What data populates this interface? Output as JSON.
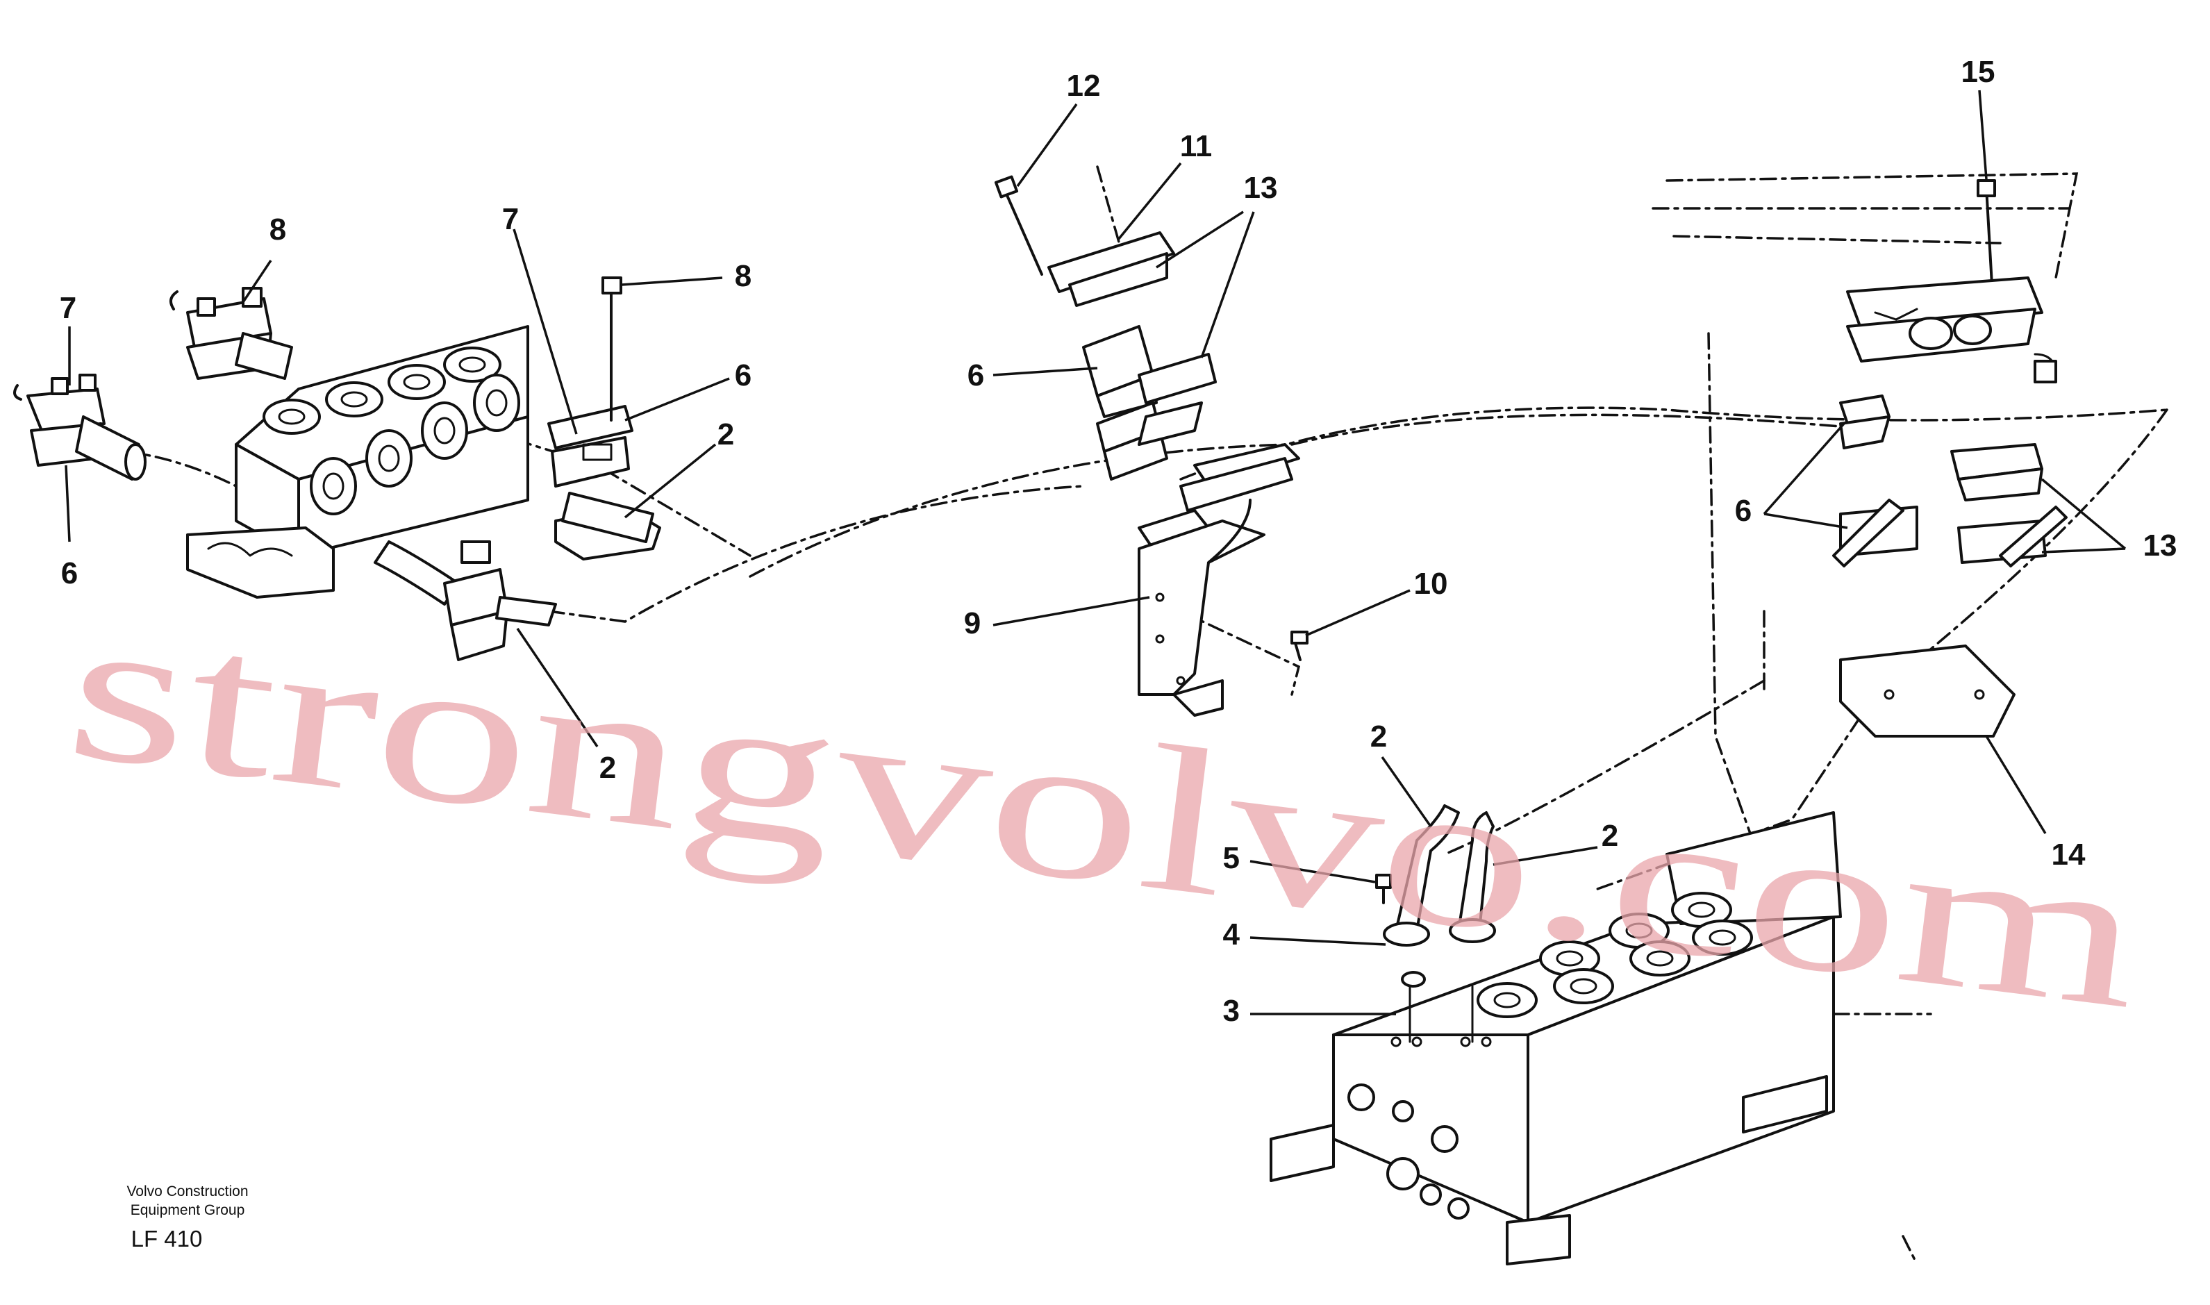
{
  "footer": {
    "company_line1": "Volvo Construction",
    "company_line2": "Equipment Group",
    "drawing_code": "LF 410"
  },
  "watermark": "strongvolvo.com",
  "callouts": [
    "12",
    "11",
    "13",
    "15",
    "8",
    "7",
    "8",
    "6",
    "2",
    "6",
    "7",
    "6",
    "2",
    "9",
    "10",
    "6",
    "13",
    "14",
    "2",
    "2",
    "5",
    "4",
    "3"
  ]
}
